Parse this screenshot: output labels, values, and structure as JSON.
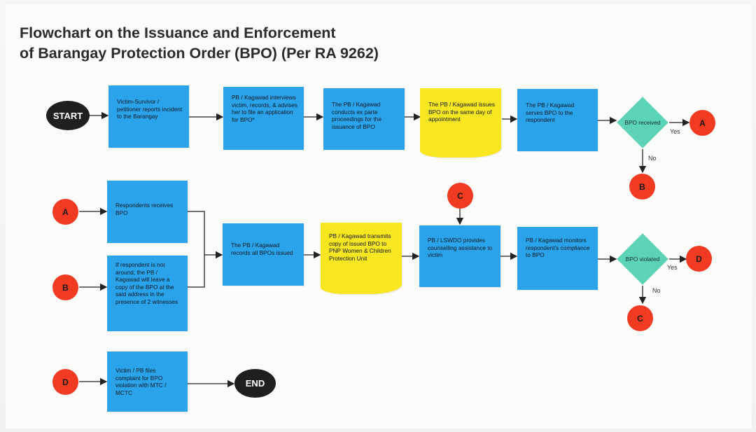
{
  "title": {
    "line1": "Flowchart on the Issuance and Enforcement",
    "line2": "of Barangay Protection Order (BPO) (Per RA 9262)"
  },
  "terminals": {
    "start": "START",
    "end": "END"
  },
  "connectors": {
    "a": "A",
    "b": "B",
    "c": "C",
    "d": "D"
  },
  "row1": {
    "report": "Victim-Survivor / petitioner reports incident to the Barangay",
    "interview": "PB / Kagawad interviews victim, records, & advises her to file an application for BPO*",
    "exparte": "The PB / Kagawad conducts ex parte proceedings for the issuance of BPO",
    "issue": "The PB / Kagawad issues BPO on the same day of appointment",
    "serve": "The PB / Kagawad serves BPO to the respondent",
    "decision": "BPO received"
  },
  "row2": {
    "receives": "Respondents receives BPO",
    "not_around": "If respondent is not around, the PB / Kagawad will leave a copy of the BPO at the said address in the presence of 2 witnesses",
    "records": "The PB / Kagawad records all BPOs issued",
    "transmit": "PB / Kagawad transmits copy of issued BPO to PNP Women & Children Protection Unit",
    "counsel": "PB / LSWDO provides counselling assistance to victim",
    "monitor": "PB / Kagawad monitors respondent's compliance to BPO",
    "decision": "BPO violated"
  },
  "row3": {
    "complaint": "Victim / PB files complaint for BPO violation with MTC / MCTC"
  },
  "labels": {
    "yes": "Yes",
    "no": "No"
  },
  "colors": {
    "process": "#2aa3ea",
    "highlight": "#f8e620",
    "decision": "#5dd3b6",
    "connector": "#f03a22",
    "terminal": "#1f1f1f"
  }
}
